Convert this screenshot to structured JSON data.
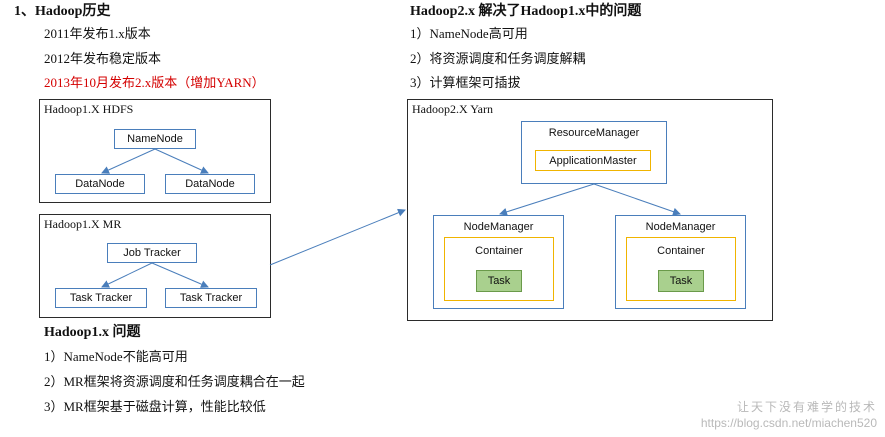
{
  "left": {
    "history_title": "1、Hadoop历史",
    "history_items": [
      "2011年发布1.x版本",
      "2012年发布稳定版本",
      "2013年10月发布2.x版本（增加YARN）"
    ],
    "hdfs_box": {
      "title": "Hadoop1.X HDFS",
      "namenode": "NameNode",
      "datanodes": [
        "DataNode",
        "DataNode"
      ]
    },
    "mr_box": {
      "title": "Hadoop1.X MR",
      "jobtracker": "Job Tracker",
      "tasktrackers": [
        "Task Tracker",
        "Task Tracker"
      ]
    },
    "problems_title": "Hadoop1.x 问题",
    "problems": [
      "1）NameNode不能高可用",
      "2）MR框架将资源调度和任务调度耦合在一起",
      "3）MR框架基于磁盘计算，性能比较低"
    ]
  },
  "right": {
    "solve_title": "Hadoop2.x 解决了Hadoop1.x中的问题",
    "solutions": [
      "1）NameNode高可用",
      "2）将资源调度和任务调度解耦",
      "3）计算框架可插拔"
    ],
    "yarn_box": {
      "title": "Hadoop2.X Yarn",
      "resource_manager": "ResourceManager",
      "app_master": "ApplicationMaster",
      "node_managers": [
        {
          "label": "NodeManager",
          "container": "Container",
          "task": "Task"
        },
        {
          "label": "NodeManager",
          "container": "Container",
          "task": "Task"
        }
      ]
    }
  },
  "watermark": {
    "line1": "让天下没有难学的技术",
    "line2": "https://blog.csdn.net/miachen520"
  },
  "colors": {
    "node_border": "#4a7ebb",
    "container_border": "#f0b400",
    "task_fill": "#a9d08e",
    "highlight_text": "#d40000"
  }
}
